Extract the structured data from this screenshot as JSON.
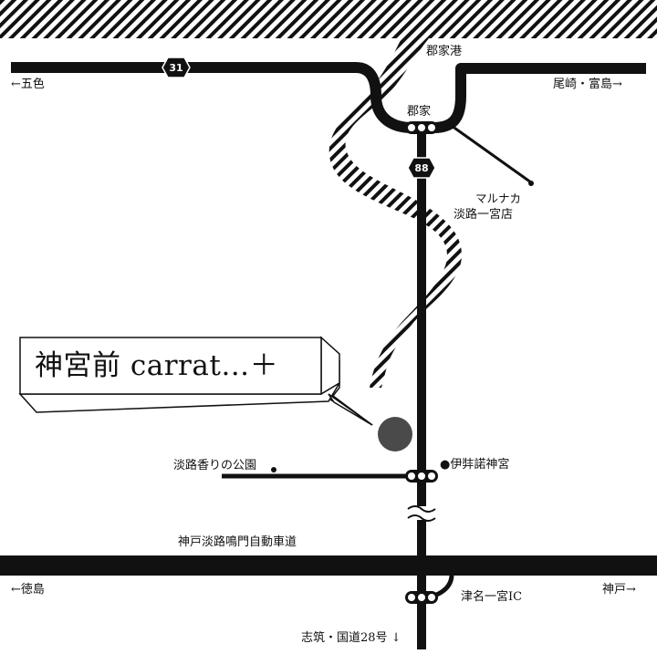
{
  "callout": {
    "title": "神宮前 carrat…＋"
  },
  "routes": {
    "r31": "31",
    "r88": "88"
  },
  "labels": {
    "goshiki": "←五色",
    "gunge_port": "郡家港",
    "ozaki_tomishima": "尾崎・富島→",
    "gunge": "郡家",
    "marunaka_line1": "マルナカ",
    "marunaka_line2": "淡路一宮店",
    "kaori_park": "淡路香りの公園",
    "izanagi": "●伊弉諾神宮",
    "expressway": "神戸淡路鳴門自動車道",
    "tokushima": "←徳島",
    "kobe": "神戸→",
    "tsuna_ic": "津名一宮IC",
    "shizuki": "志筑・国道28号 ↓"
  },
  "colors": {
    "road": "#111111",
    "destination": "#4a4a4a",
    "background": "#ffffff"
  }
}
